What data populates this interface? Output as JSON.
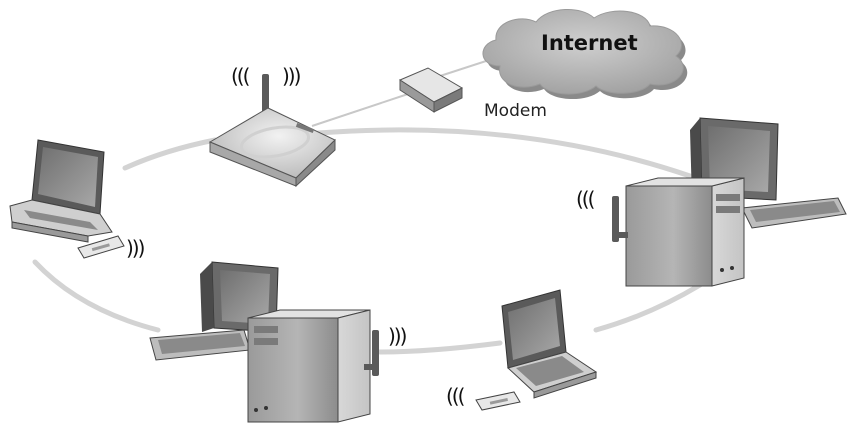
{
  "labels": {
    "internet": "Internet",
    "modem": "Modem"
  },
  "signals": {
    "router_left": "(((",
    "router_right": ")))",
    "laptop_left_card": ")))",
    "desktop_right": "(((",
    "desktop_bottom": ")))",
    "laptop_bottom_card": "((("
  },
  "devices": [
    {
      "name": "internet-cloud",
      "icon": "cloud-icon"
    },
    {
      "name": "modem",
      "icon": "modem-icon"
    },
    {
      "name": "wireless-router",
      "icon": "router-icon"
    },
    {
      "name": "laptop-left",
      "icon": "laptop-icon"
    },
    {
      "name": "desktop-right",
      "icon": "desktop-computer-icon"
    },
    {
      "name": "desktop-bottom",
      "icon": "desktop-computer-icon"
    },
    {
      "name": "laptop-bottom",
      "icon": "laptop-icon"
    }
  ],
  "colors": {
    "ring": "#d0d0d0",
    "cloud": "#b4b4b4",
    "device_body": "#cfcfcf",
    "device_dark": "#7a7a7a",
    "screen": "#8f8f8f"
  }
}
